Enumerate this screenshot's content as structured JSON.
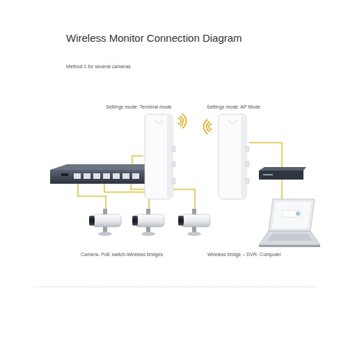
{
  "diagram": {
    "title": "Wireless Monitor Connection Diagram",
    "nodes": [
      {
        "text": [
          "Settings mode: Terminal mode"
        ]
      },
      {
        "text": [
          "Settings mode: AP Mode"
        ]
      }
    ],
    "labels": [
      "Method 1 for several cameras",
      "Camera- PoE switch-Wireless bridges",
      "Wireless bridge – DVR- Computer"
    ]
  }
}
